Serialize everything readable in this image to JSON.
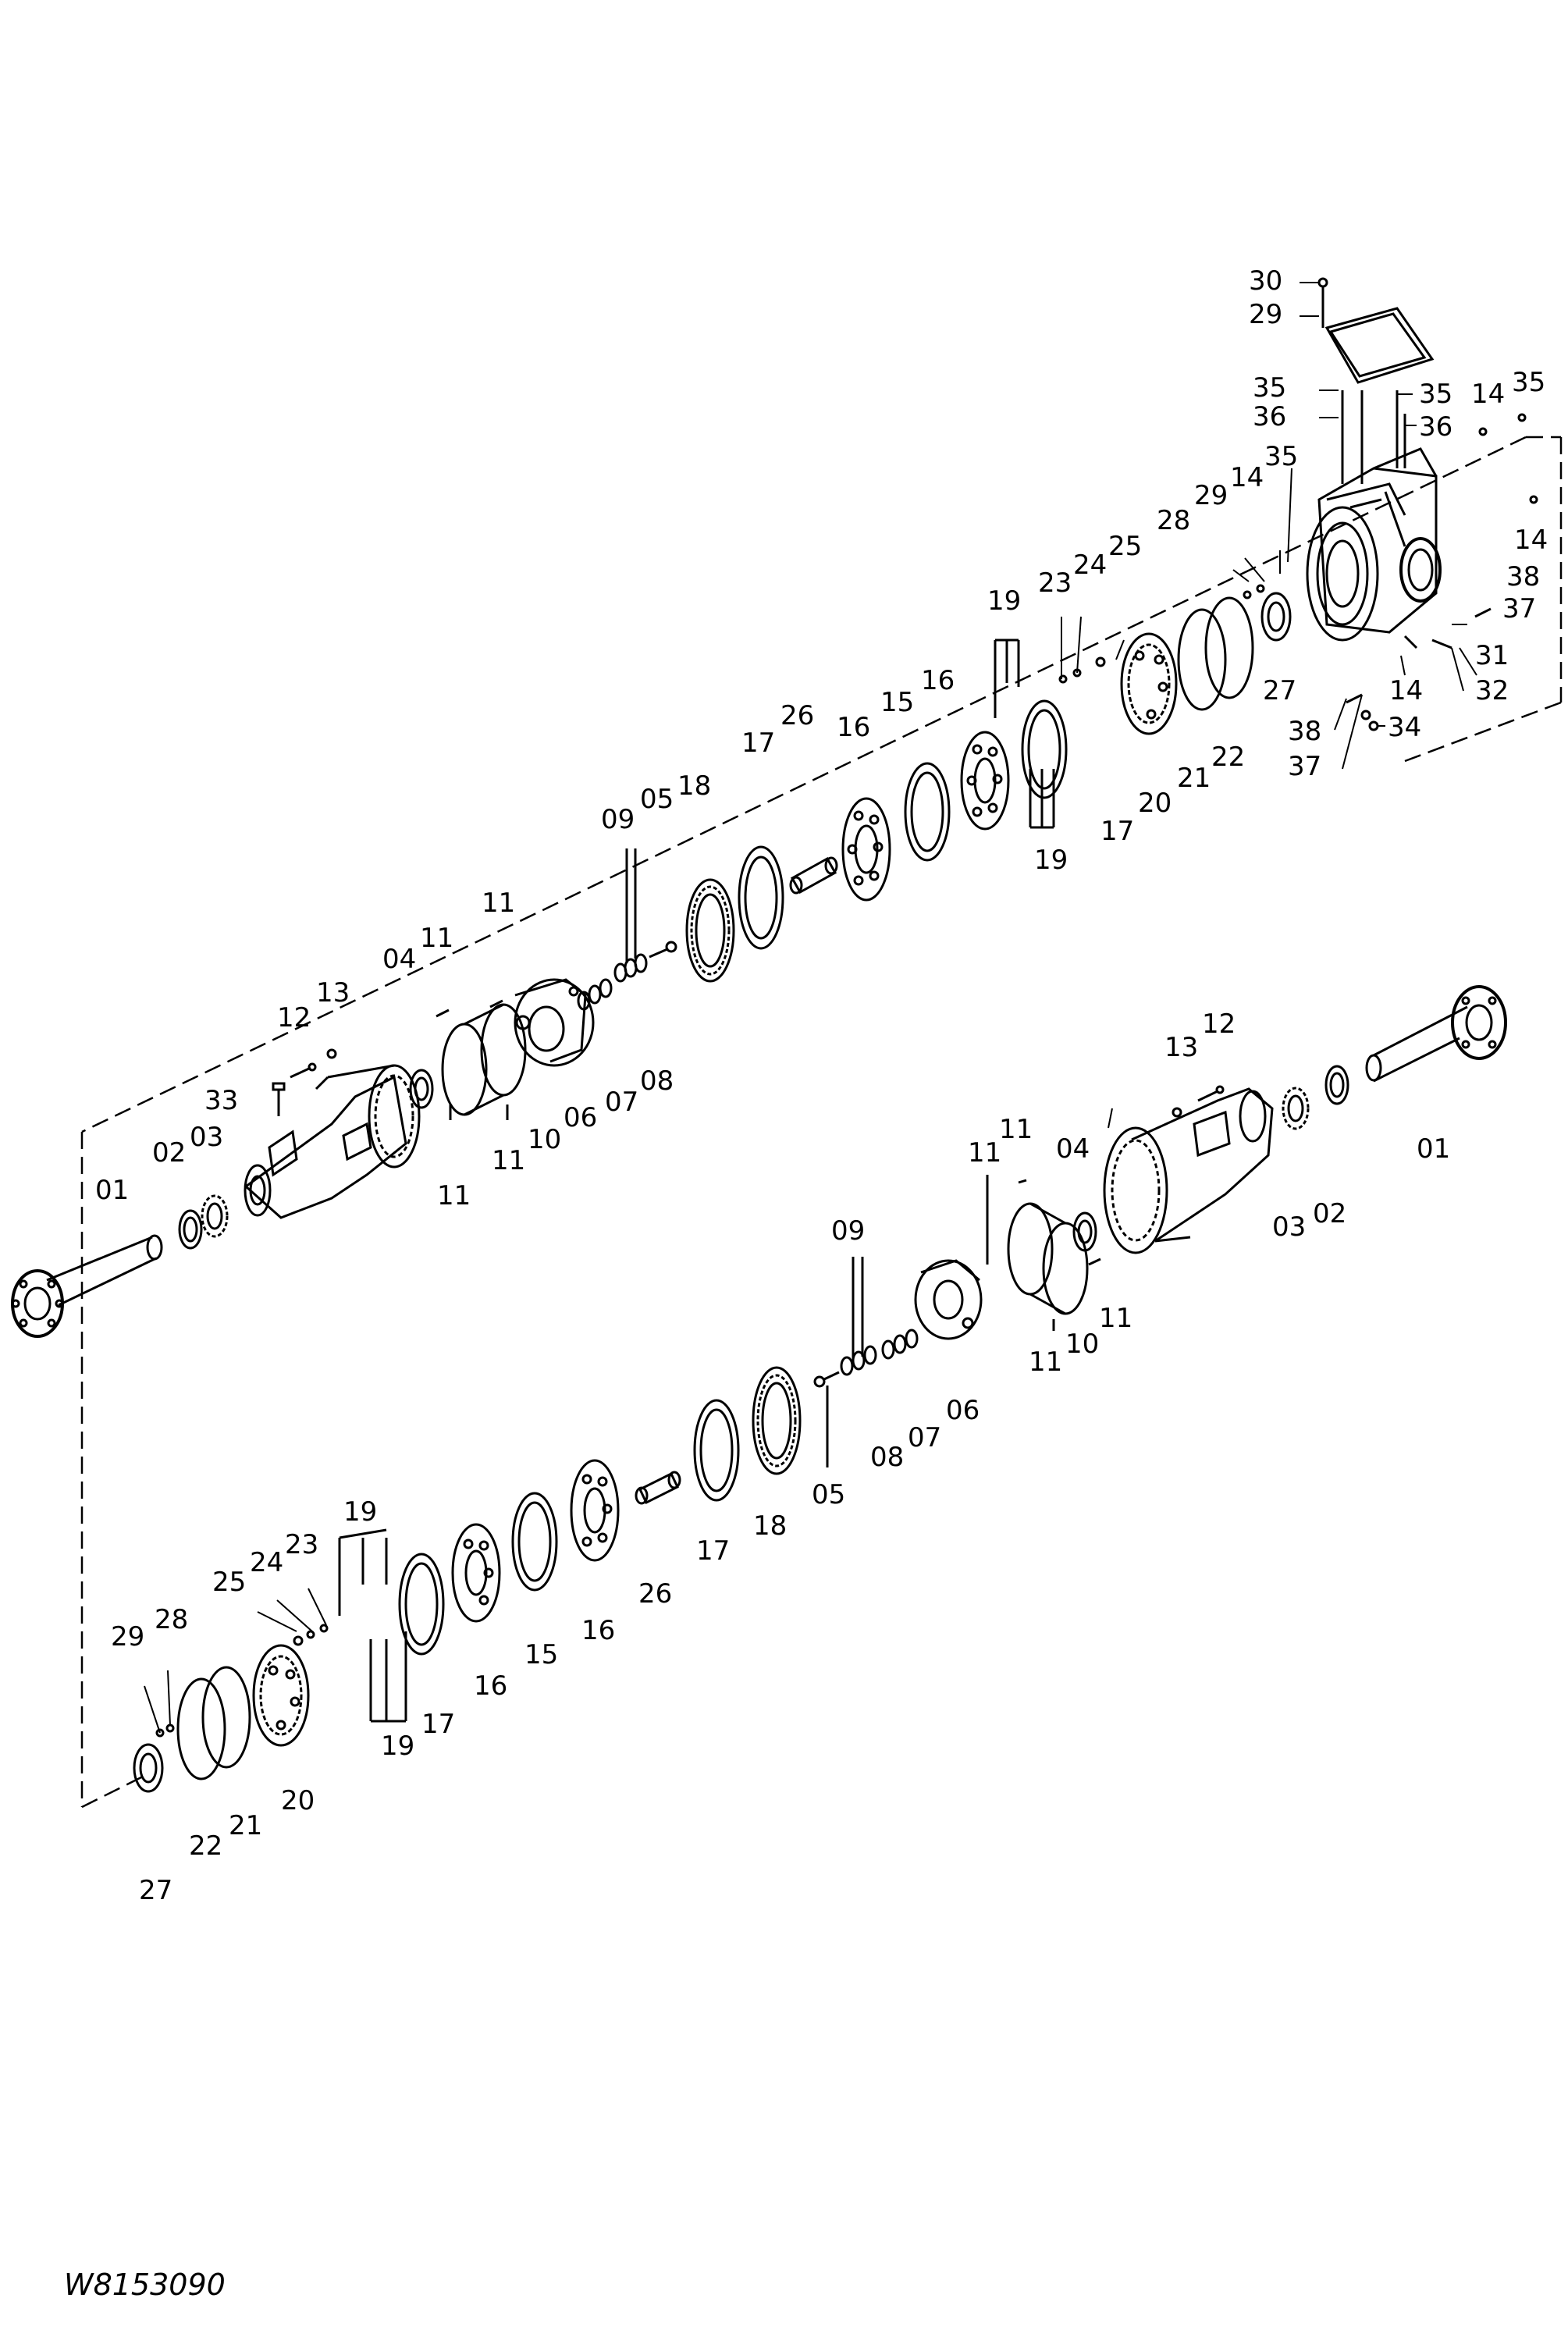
{
  "figure_code": "W8153090",
  "callouts": [
    {
      "label": "30"
    },
    {
      "label": "29"
    },
    {
      "label": "35"
    },
    {
      "label": "35"
    },
    {
      "label": "14"
    },
    {
      "label": "35"
    },
    {
      "label": "36"
    },
    {
      "label": "36"
    },
    {
      "label": "35"
    },
    {
      "label": "29"
    },
    {
      "label": "14"
    },
    {
      "label": "28"
    },
    {
      "label": "25"
    },
    {
      "label": "24"
    },
    {
      "label": "23"
    },
    {
      "label": "19"
    },
    {
      "label": "14"
    },
    {
      "label": "38"
    },
    {
      "label": "37"
    },
    {
      "label": "31"
    },
    {
      "label": "32"
    },
    {
      "label": "14"
    },
    {
      "label": "27"
    },
    {
      "label": "38"
    },
    {
      "label": "34"
    },
    {
      "label": "37"
    },
    {
      "label": "16"
    },
    {
      "label": "15"
    },
    {
      "label": "16"
    },
    {
      "label": "26"
    },
    {
      "label": "17"
    },
    {
      "label": "22"
    },
    {
      "label": "21"
    },
    {
      "label": "20"
    },
    {
      "label": "17"
    },
    {
      "label": "19"
    },
    {
      "label": "18"
    },
    {
      "label": "05"
    },
    {
      "label": "09"
    },
    {
      "label": "11"
    },
    {
      "label": "11"
    },
    {
      "label": "04"
    },
    {
      "label": "13"
    },
    {
      "label": "12"
    },
    {
      "label": "33"
    },
    {
      "label": "03"
    },
    {
      "label": "02"
    },
    {
      "label": "01"
    },
    {
      "label": "06"
    },
    {
      "label": "07"
    },
    {
      "label": "08"
    },
    {
      "label": "10"
    },
    {
      "label": "11"
    },
    {
      "label": "11"
    },
    {
      "label": "13"
    },
    {
      "label": "12"
    },
    {
      "label": "01"
    },
    {
      "label": "04"
    },
    {
      "label": "11"
    },
    {
      "label": "11"
    },
    {
      "label": "03"
    },
    {
      "label": "02"
    },
    {
      "label": "09"
    },
    {
      "label": "11"
    },
    {
      "label": "11"
    },
    {
      "label": "10"
    },
    {
      "label": "06"
    },
    {
      "label": "07"
    },
    {
      "label": "08"
    },
    {
      "label": "05"
    },
    {
      "label": "18"
    },
    {
      "label": "17"
    },
    {
      "label": "26"
    },
    {
      "label": "16"
    },
    {
      "label": "15"
    },
    {
      "label": "16"
    },
    {
      "label": "19"
    },
    {
      "label": "23"
    },
    {
      "label": "24"
    },
    {
      "label": "25"
    },
    {
      "label": "28"
    },
    {
      "label": "29"
    },
    {
      "label": "17"
    },
    {
      "label": "19"
    },
    {
      "label": "20"
    },
    {
      "label": "21"
    },
    {
      "label": "22"
    },
    {
      "label": "27"
    }
  ]
}
